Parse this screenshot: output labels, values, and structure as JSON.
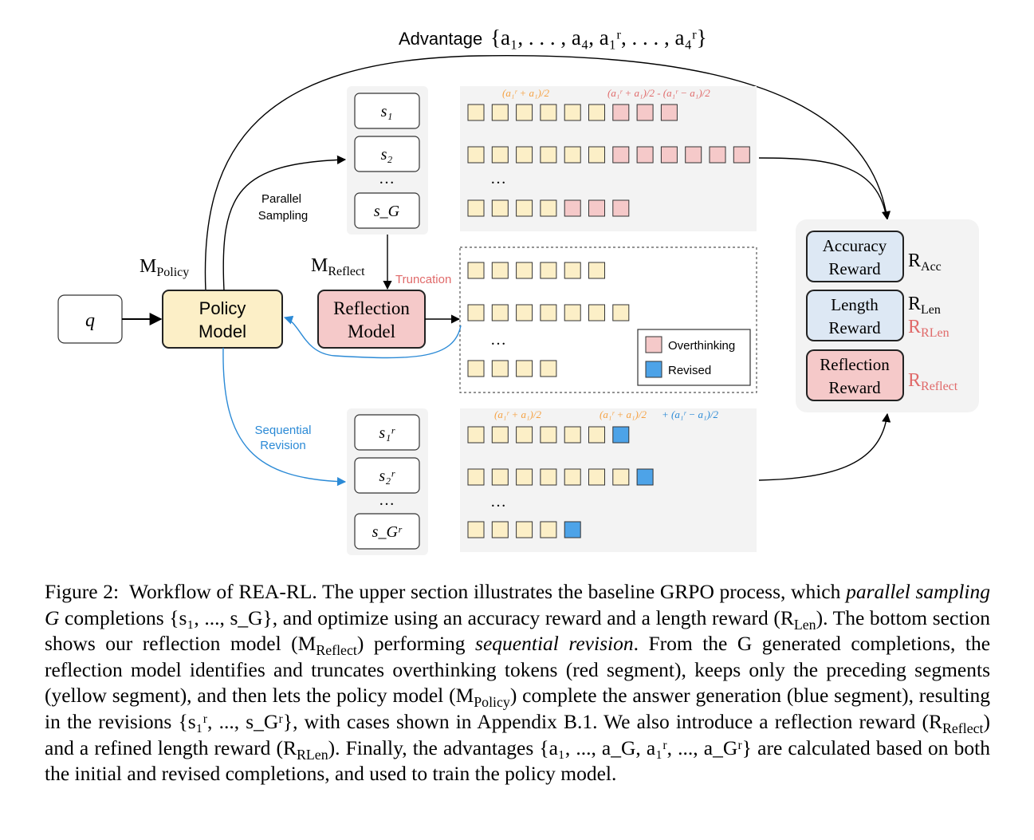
{
  "diagram": {
    "advantage_label": "Advantage",
    "advantage_set": "{a₁, . . . , a₄, a₁ʳ, . . . , a₄ʳ}",
    "q_label": "q",
    "policy_model": [
      "Policy",
      "Model"
    ],
    "reflection_model": [
      "Reflection",
      "Model"
    ],
    "m_policy": "M",
    "m_policy_sub": "Policy",
    "m_reflect": "M",
    "m_reflect_sub": "Reflect",
    "parallel_sampling": [
      "Parallel",
      "Sampling"
    ],
    "sequential_revision": [
      "Sequential",
      "Revision"
    ],
    "truncation": "Truncation",
    "s_boxes": [
      "s₁",
      "s₂",
      "s_G"
    ],
    "sr_boxes": [
      "s₁ʳ",
      "s₂ʳ",
      "s_Gʳ"
    ],
    "ellipsis": "…",
    "top_formula_1": "(a₁ʳ + a₁)/2",
    "top_formula_2": "(a₁ʳ + a₁)/2 - (a₁ʳ − a₁)/2",
    "bottom_formula_1": "(a₁ʳ + a₁)/2",
    "bottom_formula_2a": "(a₁ʳ + a₁)/2",
    "bottom_formula_2b": "+ (a₁ʳ − a₁)/2",
    "legend_overthinking": "Overthinking",
    "legend_revised": "Revised",
    "rewards": [
      {
        "lines": [
          "Accuracy",
          "Reward"
        ],
        "r": "R",
        "r_sub": "Acc"
      },
      {
        "lines": [
          "Length",
          "Reward"
        ],
        "r": "R",
        "r_sub": "Len",
        "r2": "R",
        "r2_sub": "RLen"
      },
      {
        "lines": [
          "Reflection",
          "Reward"
        ],
        "r": "R",
        "r_sub": "Reflect"
      }
    ],
    "colors": {
      "yellow": "#fcefc7",
      "red": "#f5c9c9",
      "blue": "#4da3e8",
      "orange": "#f5a142",
      "blue_text": "#2b8ad6",
      "red_text": "#e06a6a",
      "panel": "#f3f3f3",
      "reward_blue": "#dde8f4"
    }
  },
  "caption": {
    "fig": "Figure 2:",
    "t1": "Workflow of REA-RL. The upper section illustrates the baseline GRPO process, which",
    "t2_it": "parallel sampling G",
    "t2": "completions {s₁, ..., s_G}, and optimize using an accuracy reward and a length",
    "t3a": "reward (R",
    "t3sub": "Len",
    "t3b": "). The bottom section shows our reflection model (M",
    "t3sub2": "Reflect",
    "t3c": ") performing",
    "t3it": "sequential",
    "t4it": "revision",
    "t4": ". From the G generated completions, the reflection model identifies and truncates overthinking",
    "t5": "tokens (red segment), keeps only the preceding segments (yellow segment), and then lets the policy",
    "t6a": "model (M",
    "t6sub": "Policy",
    "t6b": ") complete the answer generation (blue segment), resulting in the revisions {s₁ʳ, ..., s_Gʳ},",
    "t7": "with cases shown in Appendix B.1. We also introduce a reflection reward (R",
    "t7sub": "Reflect",
    "t7b": ") and a refined",
    "t8a": "length reward (R",
    "t8sub": "RLen",
    "t8b": "). Finally, the advantages {a₁, ..., a_G, a₁ʳ, ..., a_Gʳ} are calculated based on both",
    "t9": "the initial and revised completions, and used to train the policy model."
  }
}
